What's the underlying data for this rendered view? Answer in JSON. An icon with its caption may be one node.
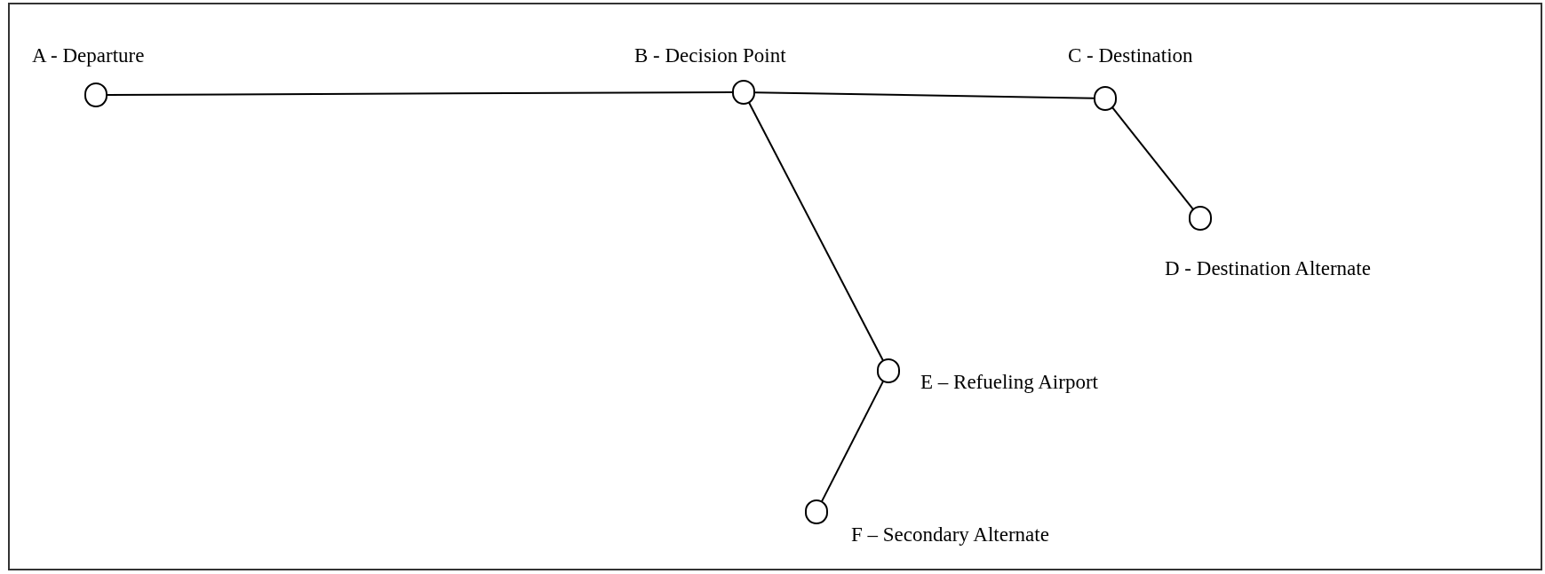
{
  "diagram": {
    "nodes": [
      {
        "text": [],
        "shape": "circle",
        "beside": [
          "A - Departure"
        ]
      },
      {
        "text": [],
        "shape": "circle",
        "beside": [
          "B - Decision Point"
        ]
      },
      {
        "text": [],
        "shape": "circle",
        "beside": [
          "C - Destination"
        ]
      },
      {
        "text": [],
        "shape": "circle",
        "beside": [
          "D - Destination Alternate"
        ]
      },
      {
        "text": [],
        "shape": "circle",
        "beside": [
          "E – Refueling Airport"
        ]
      },
      {
        "text": [],
        "shape": "circle",
        "beside": [
          "F – Secondary Alternate"
        ]
      }
    ],
    "edges": [
      {
        "from": 0,
        "to": 1,
        "arrow": "none"
      },
      {
        "from": 1,
        "to": 2,
        "arrow": "none"
      },
      {
        "from": 2,
        "to": 3,
        "arrow": "none"
      },
      {
        "from": 1,
        "to": 4,
        "arrow": "none"
      },
      {
        "from": 4,
        "to": 5,
        "arrow": "none"
      }
    ]
  }
}
